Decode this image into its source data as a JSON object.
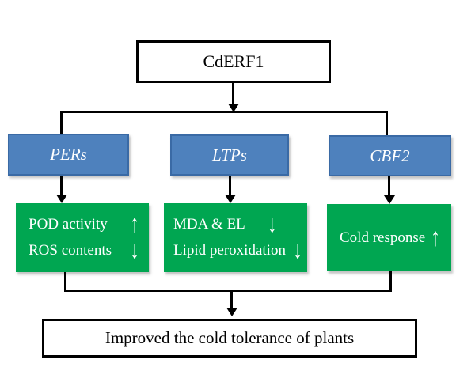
{
  "diagram": {
    "title_box": {
      "label": "CdERF1"
    },
    "gene_boxes": [
      {
        "label": "PERs"
      },
      {
        "label": "LTPs"
      },
      {
        "label": "CBF2"
      }
    ],
    "effect_boxes": [
      {
        "lines": [
          {
            "text": "POD activity",
            "arrow": "↑"
          },
          {
            "text": "ROS contents",
            "arrow": "↓"
          }
        ]
      },
      {
        "lines": [
          {
            "text": "MDA & EL",
            "arrow": "↓"
          },
          {
            "text": "Lipid peroxidation",
            "arrow": "↓"
          }
        ]
      },
      {
        "lines": [
          {
            "text": "Cold response",
            "arrow": "↑"
          }
        ]
      }
    ],
    "outcome_box": {
      "label": "Improved the cold tolerance of plants"
    },
    "colors": {
      "gene_fill": "#4e81bd",
      "gene_border": "#3a6aa5",
      "effect_fill": "#00a651",
      "line": "#000000",
      "background": "#ffffff"
    }
  }
}
